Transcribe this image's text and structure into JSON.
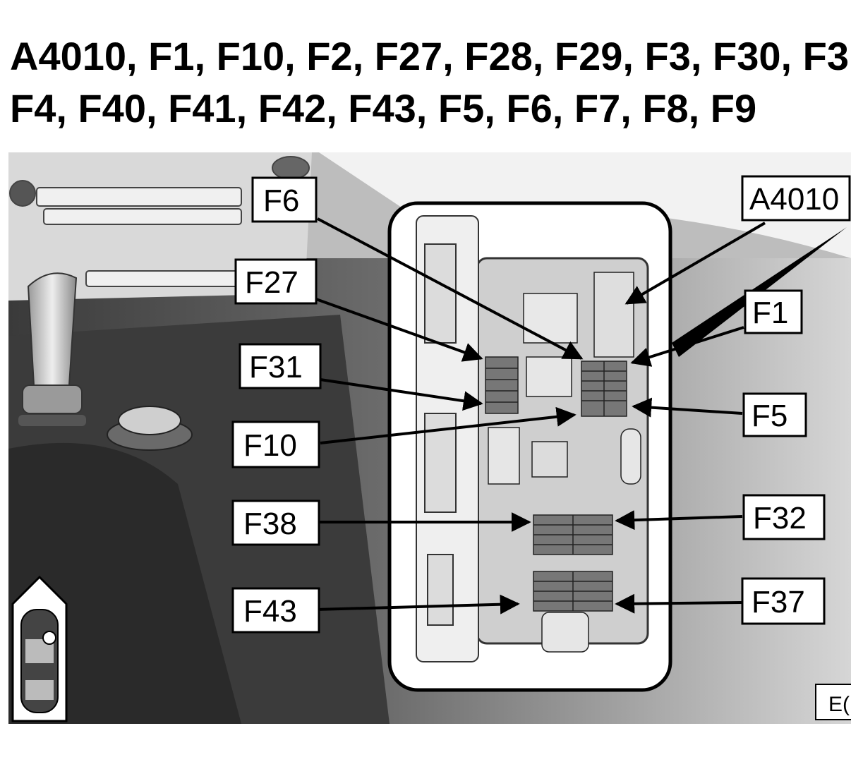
{
  "title": {
    "line1": "A4010, F1, F10, F2, F27, F28, F29, F3, F30, F3",
    "line2": "F4, F40, F41, F42, F43, F5, F6, F7, F8, F9"
  },
  "callouts": {
    "f6": "F6",
    "f27": "F27",
    "f31": "F31",
    "f10": "F10",
    "f38": "F38",
    "f43": "F43",
    "a4010": "A4010",
    "f1": "F1",
    "f5": "F5",
    "f32": "F32",
    "f37": "F37"
  },
  "corner_code": "E("
}
